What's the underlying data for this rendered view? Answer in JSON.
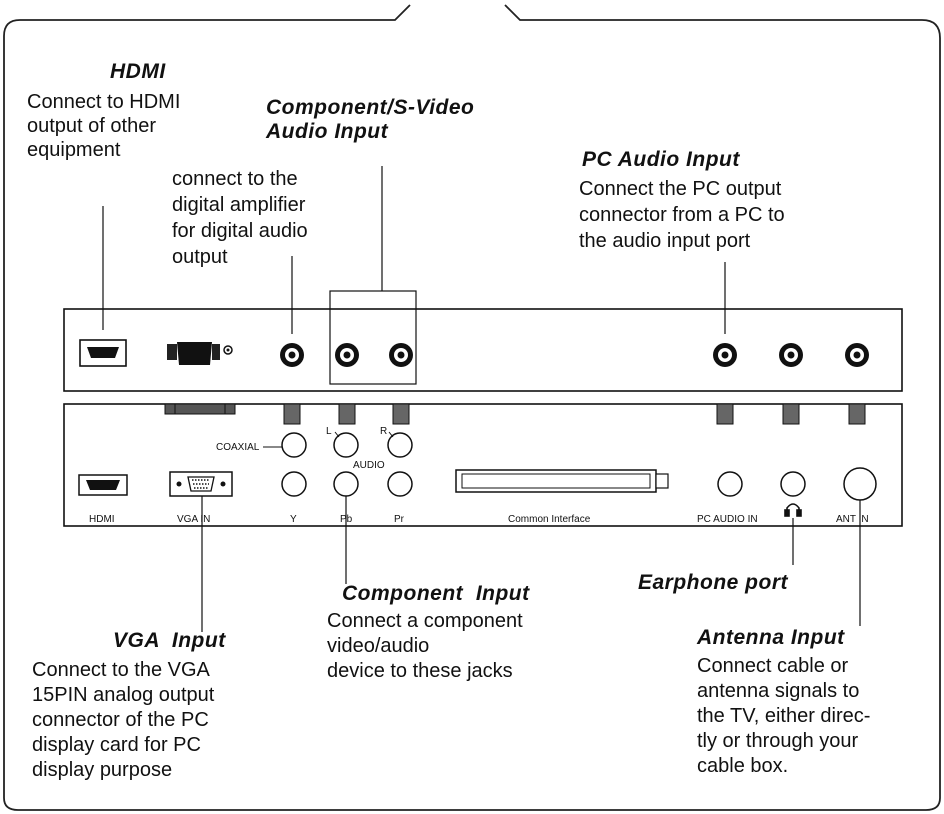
{
  "callouts": {
    "hdmi": {
      "title": "HDMI",
      "lines": [
        "Connect to HDMI",
        "output of other",
        "equipment"
      ]
    },
    "coaxial": {
      "title": "",
      "lines": [
        "connect to the",
        "digital amplifier",
        "for digital audio",
        "output"
      ]
    },
    "component_svideo": {
      "title": "Component/S-Video",
      "title2": "Audio Input"
    },
    "pc_audio": {
      "title": "PC Audio Input",
      "lines": [
        "Connect the PC output",
        "connector from a PC to",
        "the audio input port"
      ]
    },
    "component": {
      "title": "Component  Input",
      "lines": [
        "Connect a component",
        "video/audio",
        "device to these jacks"
      ]
    },
    "earphone": {
      "title": "Earphone port"
    },
    "vga": {
      "title": "VGA  Input",
      "lines": [
        "Connect to the VGA",
        "15PIN analog output",
        "connector of the PC",
        "display card for PC",
        "display purpose"
      ]
    },
    "antenna": {
      "title": "Antenna Input",
      "lines": [
        "Connect cable or",
        "antenna signals to",
        "the TV, either direc-",
        "tly or through your",
        "cable box."
      ]
    }
  },
  "panel_labels": {
    "hdmi": "HDMI",
    "vga_in": "VGA  IN",
    "y": "Y",
    "pb": "Pb",
    "pr": "Pr",
    "common_interface": "Common Interface",
    "pc_audio_in": "PC AUDIO  IN",
    "ant_in": "ANT  IN",
    "coaxial": "COAXIAL",
    "l": "L",
    "r": "R",
    "audio": "AUDIO"
  }
}
